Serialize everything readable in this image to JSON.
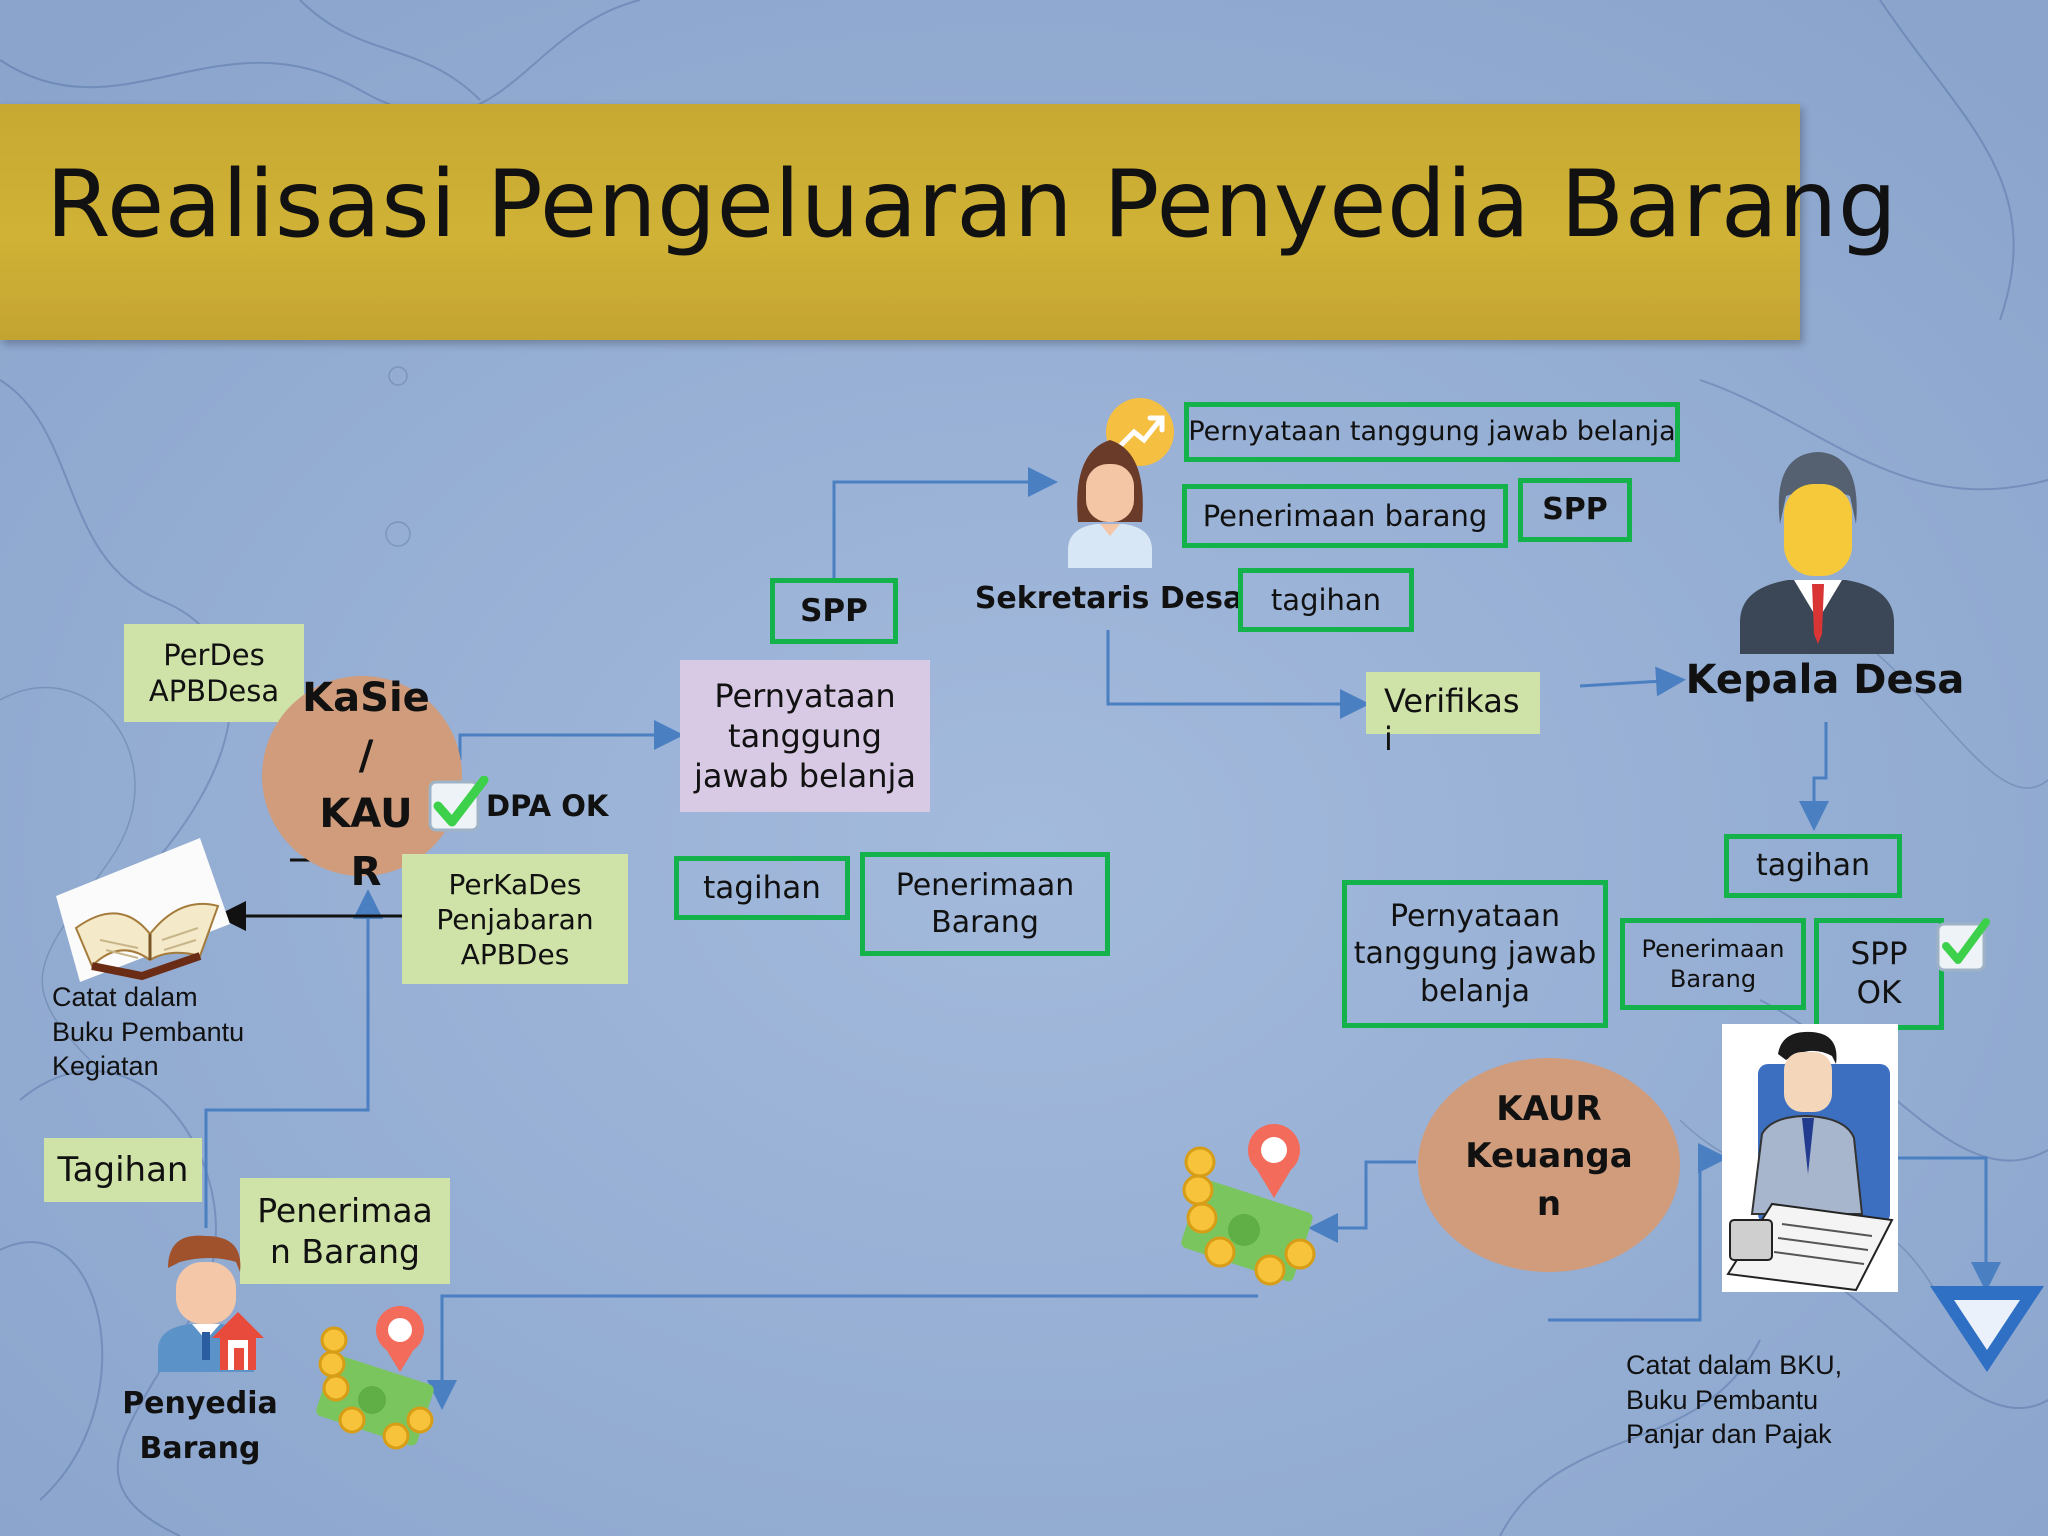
{
  "title": "Realisasi Pengeluaran Penyedia Barang",
  "colors": {
    "title_band": "#cbad34",
    "box_border": "#13b24a",
    "lime_fill": "#cfe3a8",
    "lilac_fill": "#d8c9e4",
    "circle_fill": "#d09c7c",
    "arrow": "#4a7fc1"
  },
  "left": {
    "perdes": "PerDes\nAPBDesa",
    "kasie": "KaSie\n/\nKAU\nR",
    "dpa_ok": "DPA OK",
    "perkades": "PerKaDes\nPenjabaran\nAPBDes",
    "catat_bp": "Catat dalam\nBuku Pembantu\nKegiatan",
    "tagihan": "Tagihan",
    "penerimaan": "Penerimaa\nn Barang",
    "penyedia": "Penyedia\nBarang"
  },
  "middle": {
    "spp": "SPP",
    "pertanggungjawaban": "Pernyataan\ntanggung\njawab belanja",
    "tagihan": "tagihan",
    "penerimaan": "Penerimaan\nBarang"
  },
  "sekretaris": {
    "name": "Sekretaris Desa",
    "pernyataan": "Pernyataan tanggung jawab belanja",
    "penerimaan": "Penerimaan barang",
    "spp": "SPP",
    "tagihan": "tagihan",
    "verifikasi": "Verifikas\ni"
  },
  "kepala": {
    "name": "Kepala Desa",
    "tagihan": "tagihan",
    "pernyataan": "Pernyataan\ntanggung jawab\nbelanja",
    "penerimaan": "Penerimaan\nBarang",
    "spp_ok": "SPP\nOK"
  },
  "keuangan": {
    "kaur": "KAUR\nKeuanga\nn",
    "catat_bku": "Catat dalam BKU,\nBuku Pembantu\nPanjar dan Pajak"
  },
  "icons": [
    "woman-avatar-icon",
    "growth-chart-icon",
    "businessman-avatar-icon",
    "checkmark-icon",
    "open-book-icon",
    "vendor-avatar-icon",
    "house-icon",
    "money-coins-icon",
    "map-pin-icon",
    "clerk-at-desk-icon",
    "down-triangle-icon"
  ]
}
